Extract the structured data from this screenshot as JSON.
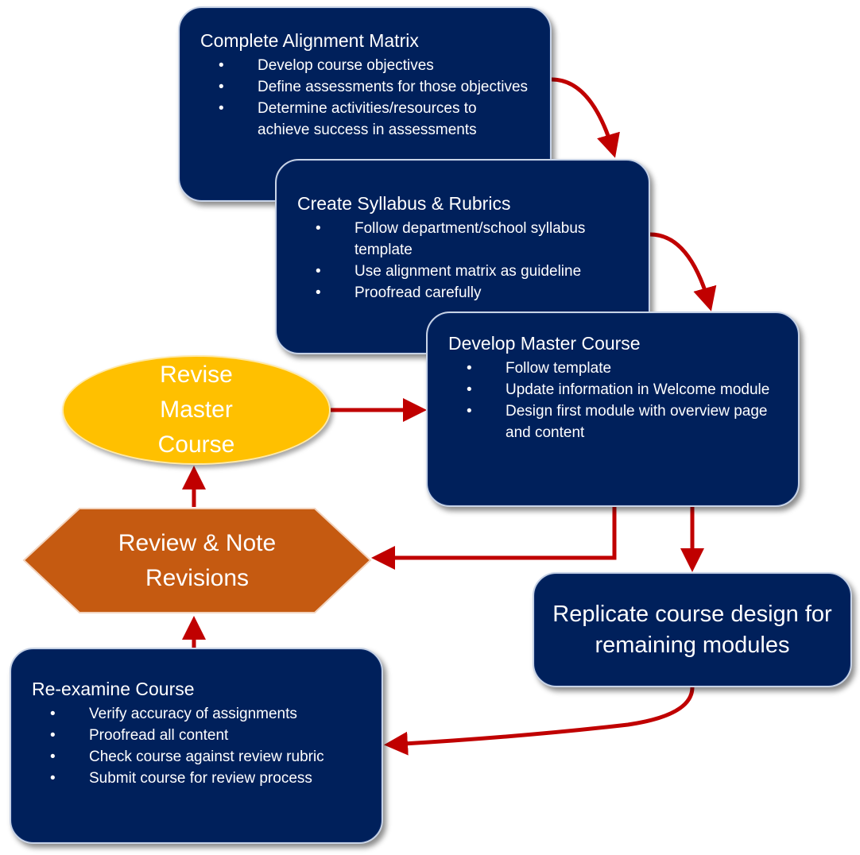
{
  "steps": {
    "alignment_matrix": {
      "title": "Complete Alignment Matrix",
      "bullets": [
        "Develop course objectives",
        "Define assessments for those objectives",
        "Determine activities/resources to achieve success in assessments"
      ]
    },
    "syllabus": {
      "title": "Create Syllabus & Rubrics",
      "bullets": [
        "Follow department/school syllabus template",
        "Use alignment matrix as guideline",
        "Proofread carefully"
      ]
    },
    "master_course": {
      "title": "Develop Master Course",
      "bullets": [
        "Follow template",
        "Update information in Welcome module",
        "Design first module with overview page and content"
      ]
    },
    "replicate": {
      "label": "Replicate course design for remaining modules"
    },
    "reexamine": {
      "title": "Re-examine Course",
      "bullets": [
        "Verify accuracy of assignments",
        "Proofread all content",
        "Check course against review rubric",
        "Submit course for review process"
      ]
    },
    "review": {
      "label": "Review & Note\nRevisions"
    },
    "revise": {
      "label": "Revise\nMaster\nCourse"
    }
  },
  "colors": {
    "box_fill": "#00205b",
    "box_border": "#c8d3e6",
    "arrow": "#c00000",
    "oval_fill": "#ffc000",
    "hexagon_fill": "#c55a11"
  }
}
